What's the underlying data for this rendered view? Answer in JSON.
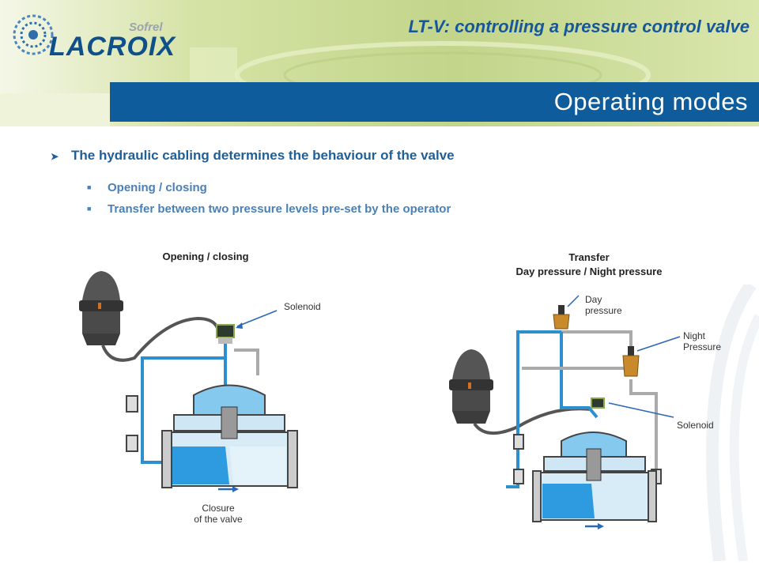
{
  "header": {
    "logo_sub": "Sofrel",
    "logo_main": "LACROIX",
    "subtitle": "LT-V: controlling a pressure control valve",
    "title": "Operating modes"
  },
  "content": {
    "bullet_main": "The hydraulic cabling determines the behaviour of the valve",
    "sub_items": [
      "Opening / closing",
      "Transfer between two pressure levels pre-set by the operator"
    ]
  },
  "diagram_left": {
    "caption": "Opening / closing",
    "label_solenoid": "Solenoid",
    "label_closure": "Closure\nof the valve"
  },
  "diagram_right": {
    "caption_line1": "Transfer",
    "caption_line2": "Day pressure / Night pressure",
    "label_day": "Day\npressure",
    "label_night": "Night\nPressure",
    "label_solenoid": "Solenoid"
  },
  "colors": {
    "bar_blue": "#0f5c9c",
    "header_green": "#c8d98a",
    "water_blue": "#3aa0e0",
    "pilot_gold": "#c88a2a"
  }
}
